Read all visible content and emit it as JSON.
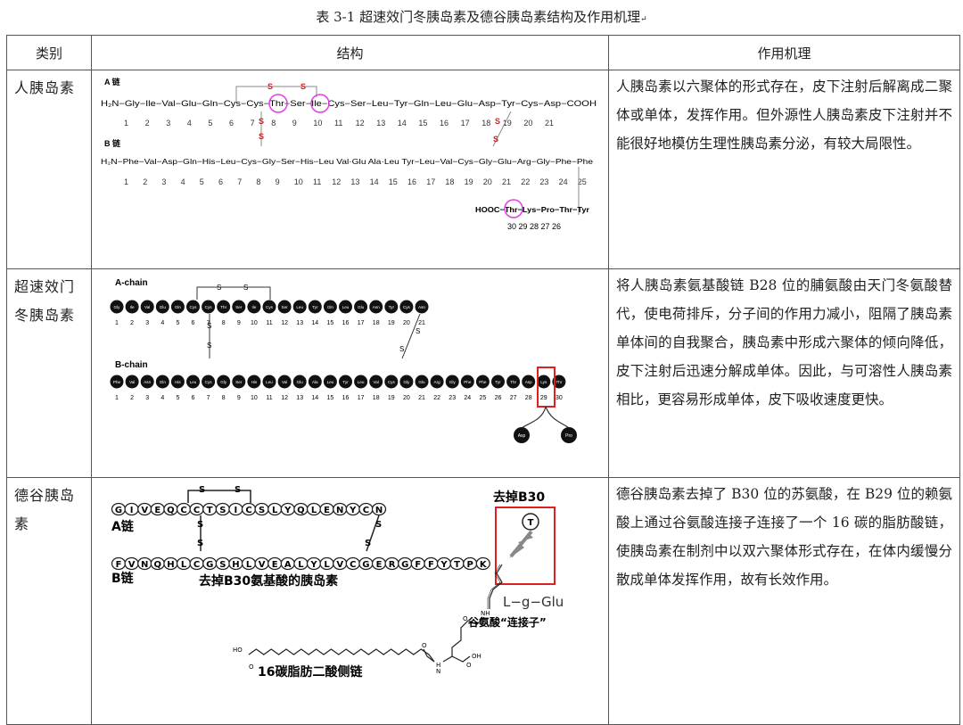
{
  "caption": "表 3-1  超速效门冬胰岛素及德谷胰岛素结构及作用机理",
  "headers": {
    "category": "类别",
    "structure": "结构",
    "mechanism": "作用机理"
  },
  "rows": [
    {
      "category": "人胰岛素",
      "mechanism": "人胰岛素以六聚体的形式存在，皮下注射后解离成二聚体或单体，发挥作用。但外源性人胰岛素皮下注射并不能很好地模仿生理性胰岛素分泌，有较大局限性。",
      "structure": {
        "a_label": "A 链",
        "b_label": "B 链",
        "a_chain": "H₂N−Gly−Ile−Val−Glu−Gln−Cys−Cys−Thr−Ser−Ile−Cys−Ser−Leu−Tyr−Gln−Leu−Glu−Asp−Tyr−Cys−Asp−COOH",
        "a_numbers": [
          "1",
          "2",
          "3",
          "4",
          "5",
          "6",
          "7",
          "8",
          "9",
          "10",
          "11",
          "12",
          "13",
          "14",
          "15",
          "16",
          "17",
          "18",
          "19",
          "20",
          "21"
        ],
        "b_chain": "H₂N−Phe−Val−Asp−Gln−His−Leu−Cys−Gly−Ser−His−Leu Val·Glu Ala·Leu Tyr−Leu−Val−Cys−Gly−Glu−Arg−Gly−Phe−Phe",
        "b_numbers": [
          "1",
          "2",
          "3",
          "4",
          "5",
          "6",
          "7",
          "8",
          "9",
          "10",
          "11",
          "12",
          "13",
          "14",
          "15",
          "16",
          "17",
          "18",
          "19",
          "20",
          "21",
          "22",
          "23",
          "24",
          "25"
        ],
        "b_tail": "HOOC−Thr−Lys−Pro−Thr−Tyr",
        "b_tail_numbers": "30  29  28  27  26",
        "s": "S"
      }
    },
    {
      "category": "超速效门冬胰岛素",
      "mechanism": "将人胰岛素氨基酸链 B28 位的脯氨酸由天门冬氨酸替代，使电荷排斥，分子间的作用力减小，阻隔了胰岛素单体间的自我聚合，胰岛素中形成六聚体的倾向降低，皮下注射后迅速分解成单体。因此，与可溶性人胰岛素相比，更容易形成单体，皮下吸收速度更快。",
      "structure": {
        "a_label": "A-chain",
        "b_label": "B-chain",
        "a_residues": [
          "Gly",
          "Ile",
          "Val",
          "Glu",
          "Gln",
          "Cys",
          "Cys",
          "Thr",
          "Ser",
          "Ile",
          "Cys",
          "Ser",
          "Leu",
          "Tyr",
          "Gln",
          "Leu",
          "Glu",
          "Asn",
          "Tyr",
          "Cys",
          "Asn"
        ],
        "b_residues": [
          "Phe",
          "Val",
          "Asn",
          "Gln",
          "His",
          "Leu",
          "Cys",
          "Gly",
          "Ser",
          "His",
          "Leu",
          "Val",
          "Glu",
          "Ala",
          "Leu",
          "Tyr",
          "Leu",
          "Val",
          "Cys",
          "Gly",
          "Glu",
          "Arg",
          "Gly",
          "Phe",
          "Phe",
          "Tyr",
          "Thr",
          "Asp",
          "Lys",
          "Thr"
        ],
        "sub_from": "Asp",
        "sub_to": "Pro",
        "s": "S"
      }
    },
    {
      "category": "德谷胰岛素",
      "mechanism": "德谷胰岛素去掉了 B30 位的苏氨酸，在 B29 位的赖氨酸上通过谷氨酸连接子连接了一个 16 碳的脂肪酸链，使胰岛素在制剂中以双六聚体形式存在，在体内缓慢分散成单体发挥作用，故有长效作用。",
      "structure": {
        "a_seq": [
          "G",
          "I",
          "V",
          "E",
          "Q",
          "C",
          "C",
          "T",
          "S",
          "I",
          "C",
          "S",
          "L",
          "Y",
          "Q",
          "L",
          "E",
          "N",
          "Y",
          "C",
          "N"
        ],
        "b_seq": [
          "F",
          "V",
          "N",
          "Q",
          "H",
          "L",
          "C",
          "G",
          "S",
          "H",
          "L",
          "V",
          "E",
          "A",
          "L",
          "Y",
          "L",
          "V",
          "C",
          "G",
          "E",
          "R",
          "G",
          "F",
          "F",
          "Y",
          "T",
          "P",
          "K"
        ],
        "a_label": "A链",
        "b_label": "B链",
        "removed_title": "去掉B30",
        "removed_residue": "T",
        "removed_caption": "去掉B30氨基酸的胰岛素",
        "linker": "L−g−Glu",
        "linker_caption": "谷氨酸“连接子”",
        "fatty_caption": "16碳脂肪二酸侧链",
        "ho": "HO",
        "oh": "OH",
        "o": "O",
        "h": "H",
        "n": "N",
        "nh": "NH",
        "s": "S"
      }
    }
  ],
  "colors": {
    "highlight_circle": "#e040e0",
    "highlight_box": "#e02020",
    "s_red": "#d02020"
  }
}
